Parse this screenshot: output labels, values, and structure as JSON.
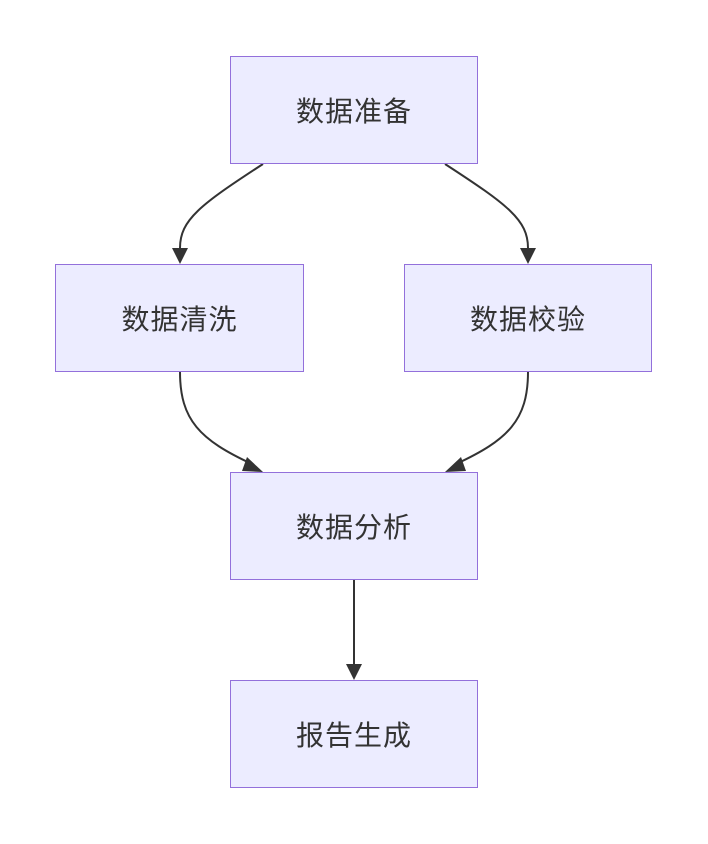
{
  "nodes": {
    "prep": {
      "label": "数据准备"
    },
    "clean": {
      "label": "数据清洗"
    },
    "verify": {
      "label": "数据校验"
    },
    "analyze": {
      "label": "数据分析"
    },
    "report": {
      "label": "报告生成"
    }
  },
  "edges": [
    {
      "from": "数据准备",
      "to": "数据清洗"
    },
    {
      "from": "数据准备",
      "to": "数据校验"
    },
    {
      "from": "数据清洗",
      "to": "数据分析"
    },
    {
      "from": "数据校验",
      "to": "数据分析"
    },
    {
      "from": "数据分析",
      "to": "报告生成"
    }
  ],
  "colors": {
    "node_fill": "#ECECFF",
    "node_border": "#9370DB",
    "edge": "#333333",
    "text": "#333333"
  }
}
